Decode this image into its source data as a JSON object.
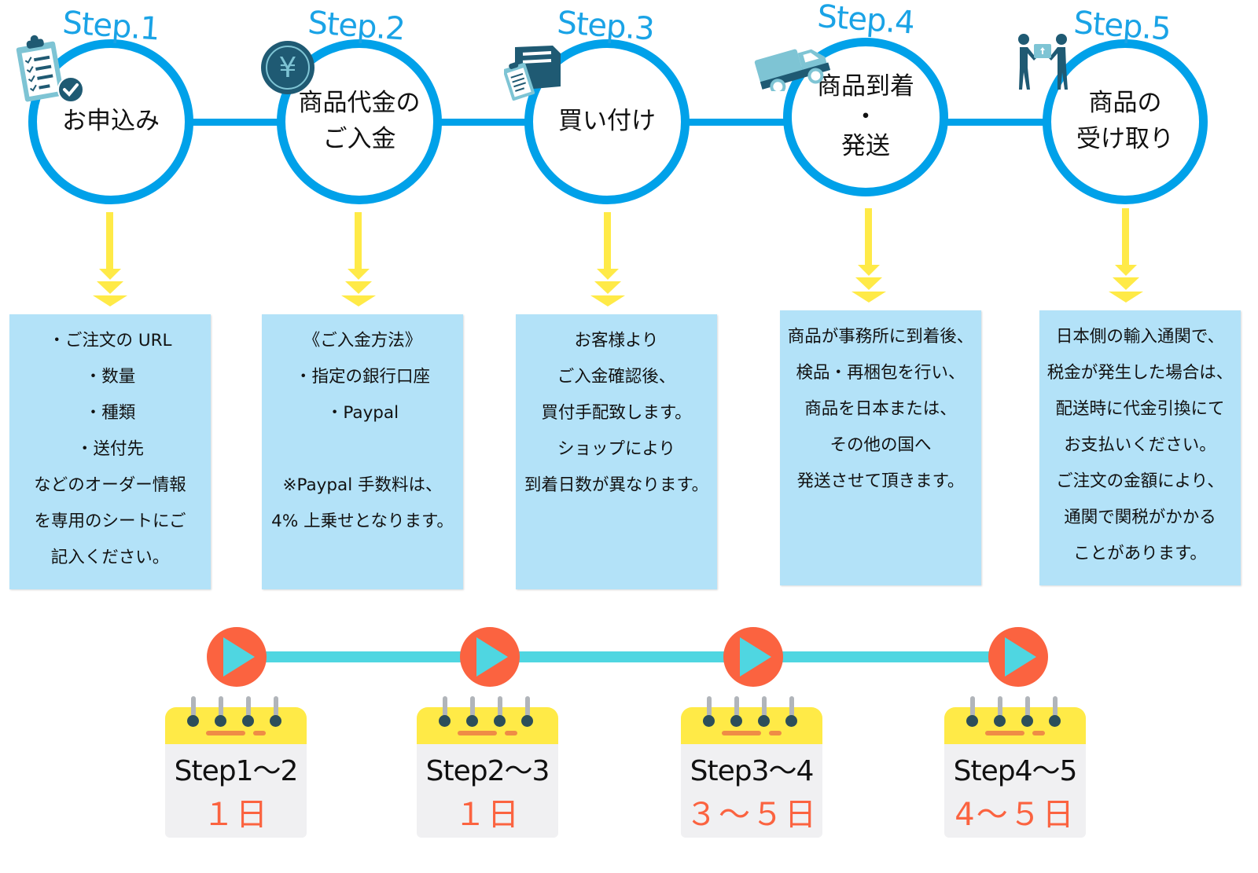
{
  "colors": {
    "circle_stroke": "#00a1e9",
    "step_label": "#1aa3e6",
    "arrow": "#ffea47",
    "info_box": "#b3e2f8",
    "timeline_bar": "#4fd6e1",
    "play_button": "#fb6340",
    "play_triangle": "#4fd6e1",
    "calendar_top": "#ffea47",
    "calendar_body": "#f0f0f2",
    "days_text": "#fb6340",
    "icon_dark": "#1f5a73",
    "icon_light": "#7ec4d4"
  },
  "steps": [
    {
      "label": "Step.1",
      "icon": "clipboard-checklist-icon",
      "title": [
        "お申込み"
      ],
      "details": [
        "・ご注文の URL",
        "・数量",
        "・種類",
        "・送付先",
        "などのオーダー情報",
        "を専用のシートにご",
        "記入ください。"
      ]
    },
    {
      "label": "Step.2",
      "icon": "yen-coin-icon",
      "icon_glyph": "¥",
      "title": [
        "商品代金の",
        "ご入金"
      ],
      "details": [
        "《ご入金方法》",
        "・指定の銀行口座",
        "・Paypal",
        "",
        "※Paypal 手数料は、",
        "4% 上乗せとなります。"
      ]
    },
    {
      "label": "Step.3",
      "icon": "box-clipboard-icon",
      "title": [
        "買い付け"
      ],
      "details": [
        "お客様より",
        "ご入金確認後、",
        "買付手配致します。",
        "ショップにより",
        "到着日数が異なります。"
      ]
    },
    {
      "label": "Step.4",
      "icon": "delivery-truck-icon",
      "title": [
        "商品到着",
        "・",
        "発送"
      ],
      "details": [
        "商品が事務所に到着後、",
        "検品・再梱包を行い、",
        "商品を日本または、",
        "その他の国へ",
        "発送させて頂きます。"
      ]
    },
    {
      "label": "Step.5",
      "icon": "package-handover-icon",
      "title": [
        "商品の",
        "受け取り"
      ],
      "details": [
        "日本側の輸入通関で、",
        "税金が発生した場合は、",
        "配送時に代金引換にて",
        "お支払いください。",
        "ご注文の金額により、",
        "通関で関税がかかる",
        "ことがあります。"
      ]
    }
  ],
  "durations": [
    {
      "range": "Step1～2",
      "days": "１日"
    },
    {
      "range": "Step2～3",
      "days": "１日"
    },
    {
      "range": "Step3～4",
      "days": "３～５日"
    },
    {
      "range": "Step4～5",
      "days": "4～５日"
    }
  ]
}
